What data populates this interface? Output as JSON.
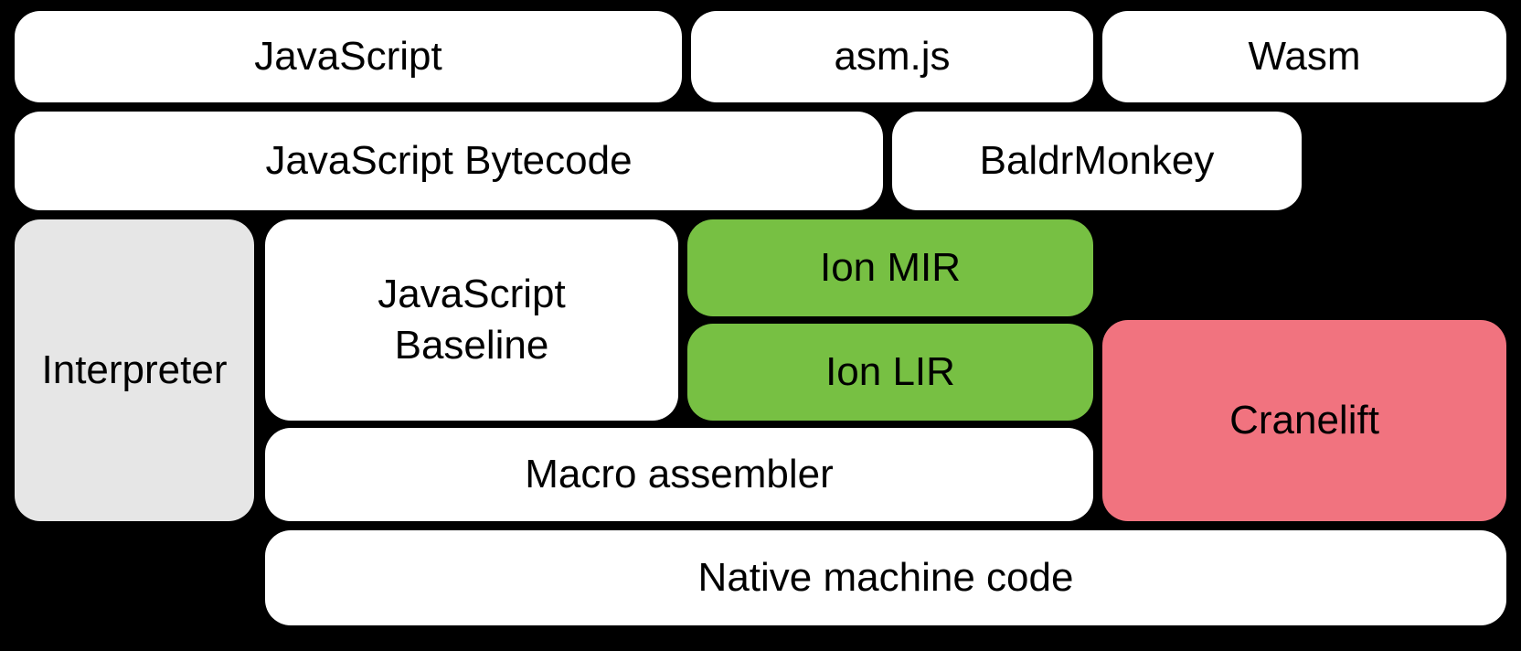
{
  "diagram": {
    "title": "SpiderMonkey compilation pipeline diagram",
    "colors": {
      "background": "#000000",
      "text": "#000000",
      "white": "#ffffff",
      "gray": "#e6e6e6",
      "green": "#77c043",
      "pink": "#f1737f"
    },
    "blocks": [
      {
        "id": "javascript",
        "label": "JavaScript",
        "color": "white"
      },
      {
        "id": "asm-js",
        "label": "asm.js",
        "color": "white"
      },
      {
        "id": "wasm",
        "label": "Wasm",
        "color": "white"
      },
      {
        "id": "javascript-bytecode",
        "label": "JavaScript Bytecode",
        "color": "white"
      },
      {
        "id": "baldrmonkey",
        "label": "BaldrMonkey",
        "color": "white"
      },
      {
        "id": "interpreter",
        "label": "Interpreter",
        "color": "gray"
      },
      {
        "id": "javascript-baseline",
        "label": "JavaScript\nBaseline",
        "color": "white"
      },
      {
        "id": "ion-mir",
        "label": "Ion MIR",
        "color": "green"
      },
      {
        "id": "ion-lir",
        "label": "Ion LIR",
        "color": "green"
      },
      {
        "id": "cranelift",
        "label": "Cranelift",
        "color": "pink"
      },
      {
        "id": "macro-assembler",
        "label": "Macro assembler",
        "color": "white"
      },
      {
        "id": "native-machine-code",
        "label": "Native machine code",
        "color": "white"
      }
    ]
  }
}
